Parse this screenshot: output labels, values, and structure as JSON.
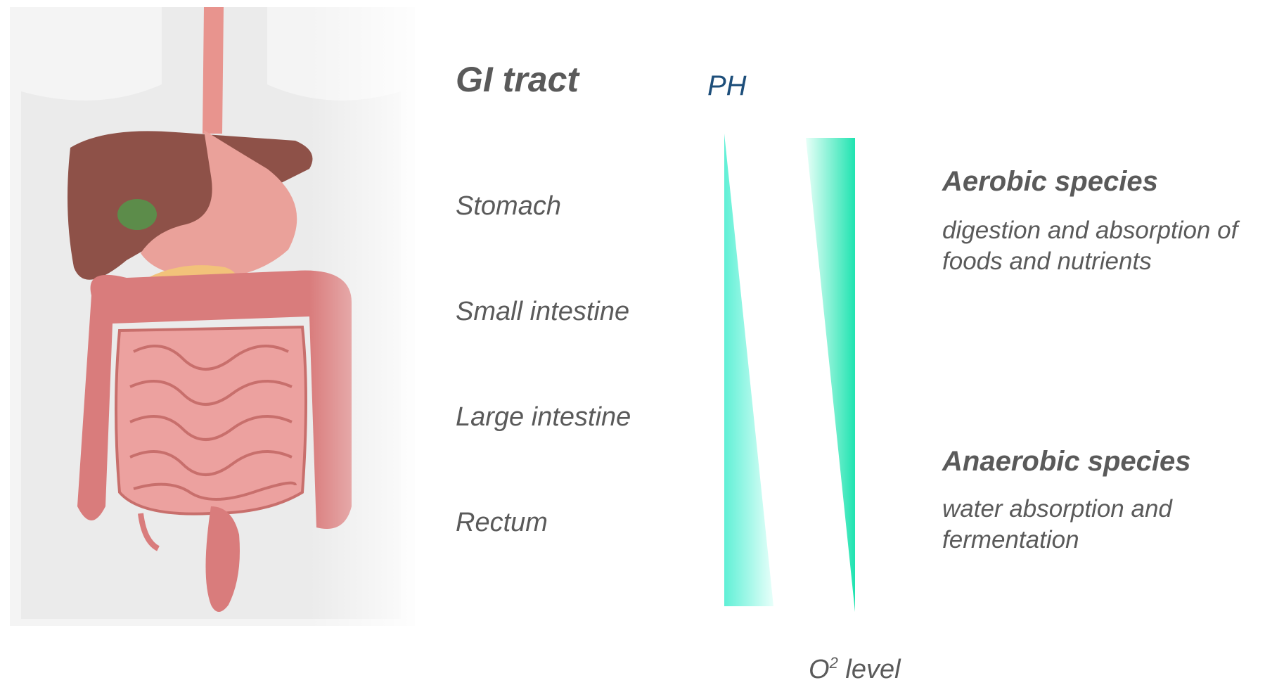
{
  "heading": "GI tract",
  "organs": [
    "Stomach",
    "Small intestine",
    "Large intestine",
    "Rectum"
  ],
  "ph_label": "PH",
  "o2_label": {
    "base": "O",
    "sup": "2",
    "rest": " level"
  },
  "aerobic": {
    "title": "Aerobic species",
    "description": "digestion and absorption of foods and nutrients"
  },
  "anaerobic": {
    "title": "Anaerobic species",
    "description": "water absorption and fermentation"
  },
  "colors": {
    "gradient_cyan": "#5ff0d6",
    "gradient_green": "#1fe3b0",
    "text": "#5a5a5a",
    "ph_text": "#1d4e7a"
  }
}
